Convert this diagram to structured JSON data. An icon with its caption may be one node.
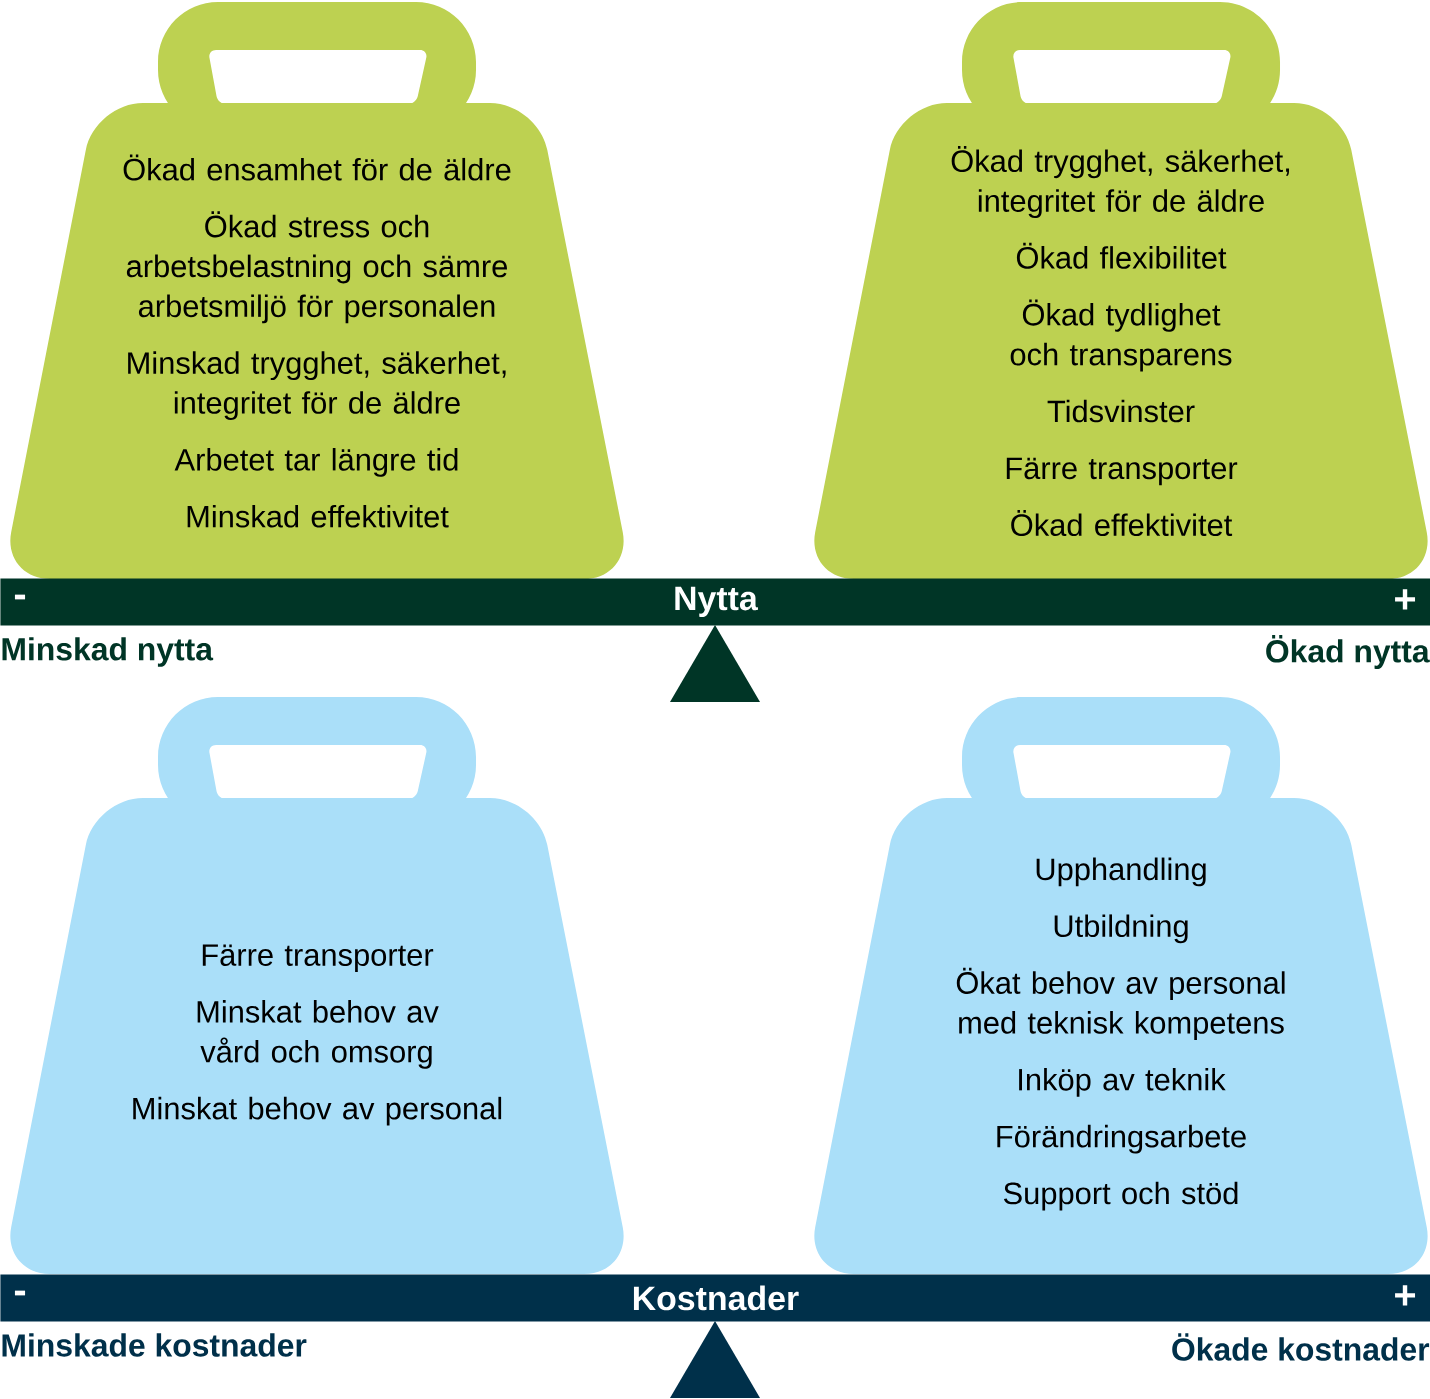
{
  "diagram": {
    "nodes": [
      {
        "text": [
          "Ökad ensamhet för de äldre",
          "Ökad stress och arbetsbelastning och sämre arbetsmiljö för personalen",
          "Minskad trygghet, säkerhet, integritet för de äldre",
          "Arbetet tar längre tid",
          "Minskad effektivitet"
        ]
      },
      {
        "text": [
          "Ökad trygghet, säkerhet, integritet för de äldre",
          "Ökad flexibilitet",
          "Ökad tydlighet och transparens",
          "Tidsvinster",
          "Färre transporter",
          "Ökad effektivitet"
        ]
      },
      {
        "text": [
          "-",
          "Nytta",
          "+"
        ]
      },
      {
        "text": [
          "Färre transporter",
          "Minskat behov av vård och omsorg",
          "Minskat behov av personal"
        ]
      },
      {
        "text": [
          "Upphandling",
          "Utbildning",
          "Ökat behov av personal med teknisk kompetens",
          "Inköp av teknik",
          "Förändringsarbete",
          "Support och stöd"
        ]
      },
      {
        "text": [
          "-",
          "Kostnader",
          "+"
        ]
      }
    ],
    "labels": [
      "Minskad nytta",
      "Ökad nytta",
      "Minskade kostnader",
      "Ökade kostnader"
    ]
  }
}
